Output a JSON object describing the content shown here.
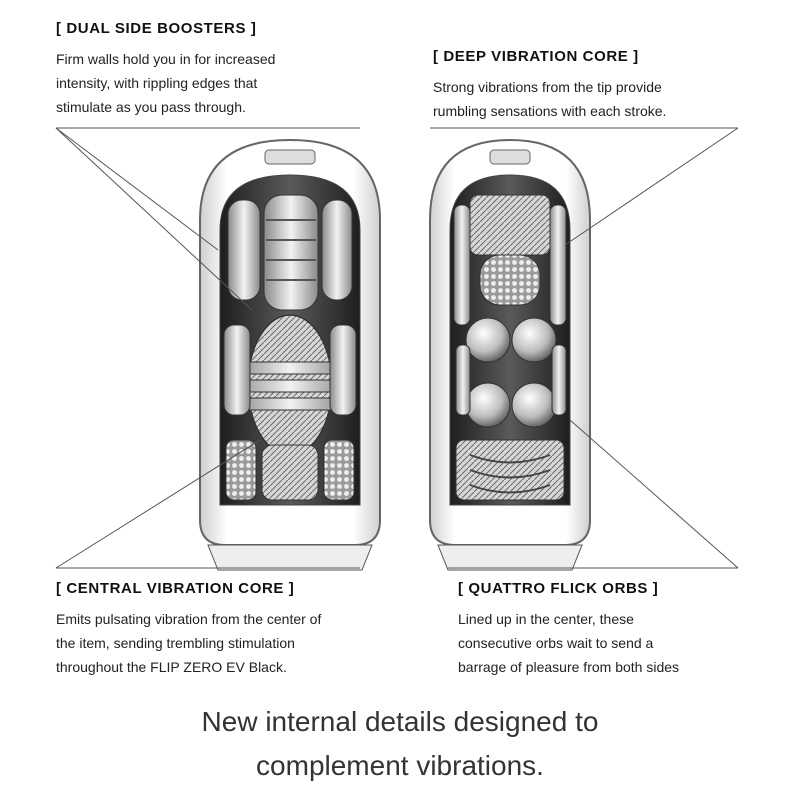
{
  "callouts": {
    "dual_side_boosters": {
      "title": "[ DUAL SIDE BOOSTERS ]",
      "lines": [
        "Firm walls hold you in for increased",
        "intensity, with rippling edges that",
        "stimulate as you pass through."
      ]
    },
    "deep_vibration_core": {
      "title": "[ DEEP VIBRATION CORE ]",
      "lines": [
        "Strong vibrations from the tip provide",
        "rumbling sensations with each stroke."
      ]
    },
    "central_vibration_core": {
      "title": "[ CENTRAL VIBRATION CORE ]",
      "lines": [
        "Emits pulsating vibration from the center of",
        "the item, sending trembling stimulation",
        "throughout the FLIP ZERO EV Black."
      ]
    },
    "quattro_flick_orbs": {
      "title": "[ QUATTRO FLICK ORBS ]",
      "lines": [
        "Lined up in the center, these",
        "consecutive orbs wait to send a",
        "barrage of pleasure from both sides"
      ]
    }
  },
  "tagline": [
    "New internal details designed to",
    "complement vibrations."
  ],
  "colors": {
    "text": "#1a1a1a",
    "line": "#555555",
    "shell": "#f4f4f4",
    "interior": "#3a3a3a"
  }
}
